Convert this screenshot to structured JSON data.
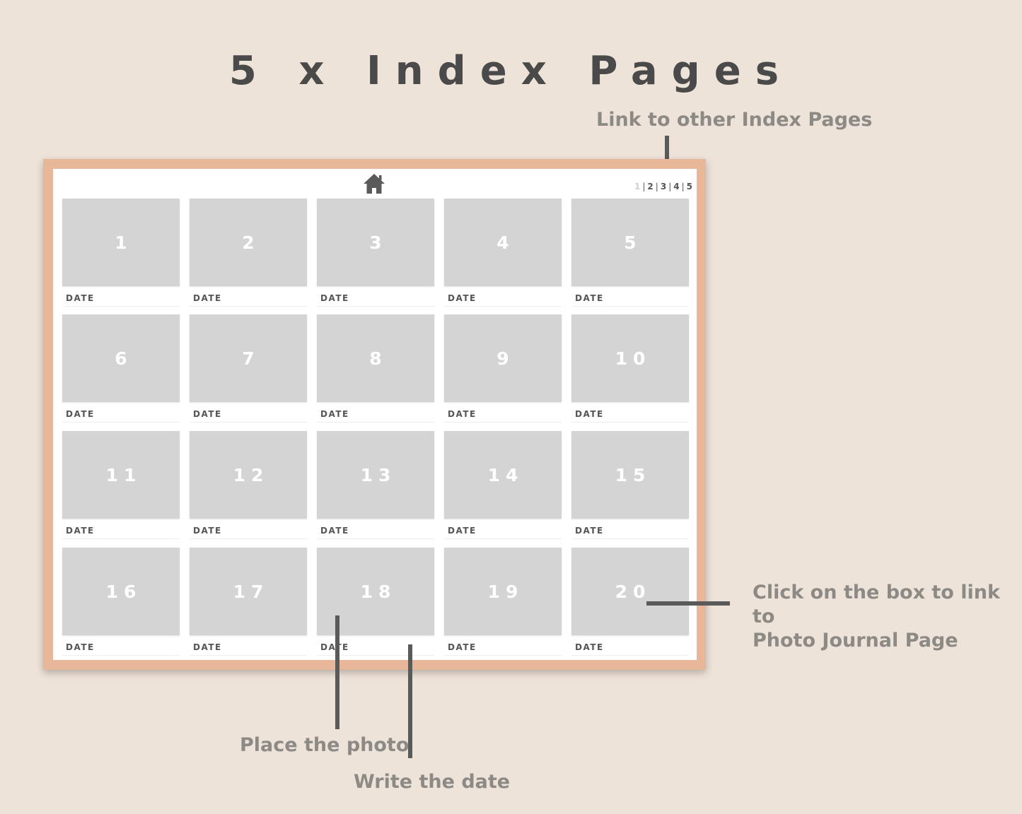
{
  "title": "5 x Index Pages",
  "annotations": {
    "link_other_pages": "Link to other Index Pages",
    "click_box": [
      "Click on the box to link to",
      "Photo Journal Page"
    ],
    "place_photo": "Place the photo",
    "write_date": "Write the date"
  },
  "page": {
    "home_icon": "home-icon",
    "pager": [
      "1",
      "2",
      "3",
      "4",
      "5"
    ],
    "pager_separator": "|",
    "date_label": "DATE",
    "cells": [
      "1",
      "2",
      "3",
      "4",
      "5",
      "6",
      "7",
      "8",
      "9",
      "10",
      "11",
      "12",
      "13",
      "14",
      "15",
      "16",
      "17",
      "18",
      "19",
      "20"
    ]
  },
  "colors": {
    "background": "#EEE3D9",
    "frame": "#E8B799",
    "photo_box": "#D4D4D4",
    "annotation_text": "#8d8a86"
  }
}
